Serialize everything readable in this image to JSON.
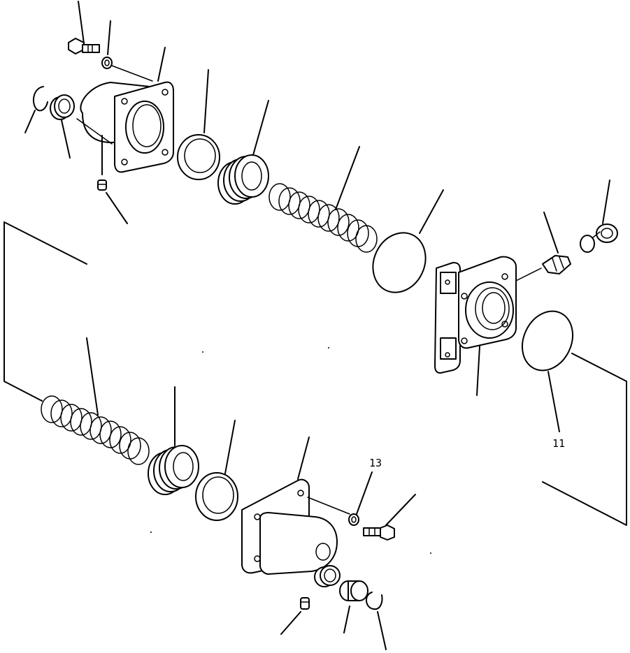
{
  "diagram": {
    "callouts": [
      {
        "id": "11",
        "label": "11"
      },
      {
        "id": "13",
        "label": "13"
      }
    ]
  }
}
